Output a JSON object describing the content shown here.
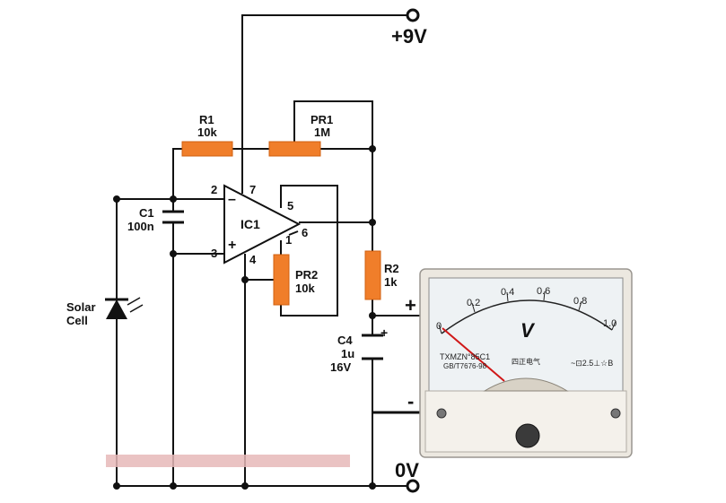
{
  "supply": {
    "positive_label": "+9V",
    "ground_label": "0V"
  },
  "ic": {
    "label": "IC1",
    "pin2": "2",
    "pin3": "3",
    "pin4": "4",
    "pin5": "5",
    "pin6": "6",
    "pin7": "7",
    "pin1": "1",
    "minus": "–",
    "plus": "+"
  },
  "r1": {
    "name": "R1",
    "value": "10k"
  },
  "pr1": {
    "name": "PR1",
    "value": "1M"
  },
  "pr2": {
    "name": "PR2",
    "value": "10k"
  },
  "r2": {
    "name": "R2",
    "value": "1k"
  },
  "c1": {
    "name": "C1",
    "value": "100n"
  },
  "c4": {
    "name": "C4",
    "value": "1u",
    "voltage": "16V",
    "plus": "+"
  },
  "solar": {
    "line1": "Solar",
    "line2": "Cell"
  },
  "meter": {
    "plus": "+",
    "minus": "-",
    "unit": "V",
    "scale": [
      "0",
      "0.2",
      "0.4",
      "0.6",
      "0.8",
      "1.0"
    ],
    "model": "TXMZN°85C1",
    "standard": "GB/T7676-98",
    "maker": "四正电气",
    "class": "~⊡2.5⊥☆B"
  }
}
